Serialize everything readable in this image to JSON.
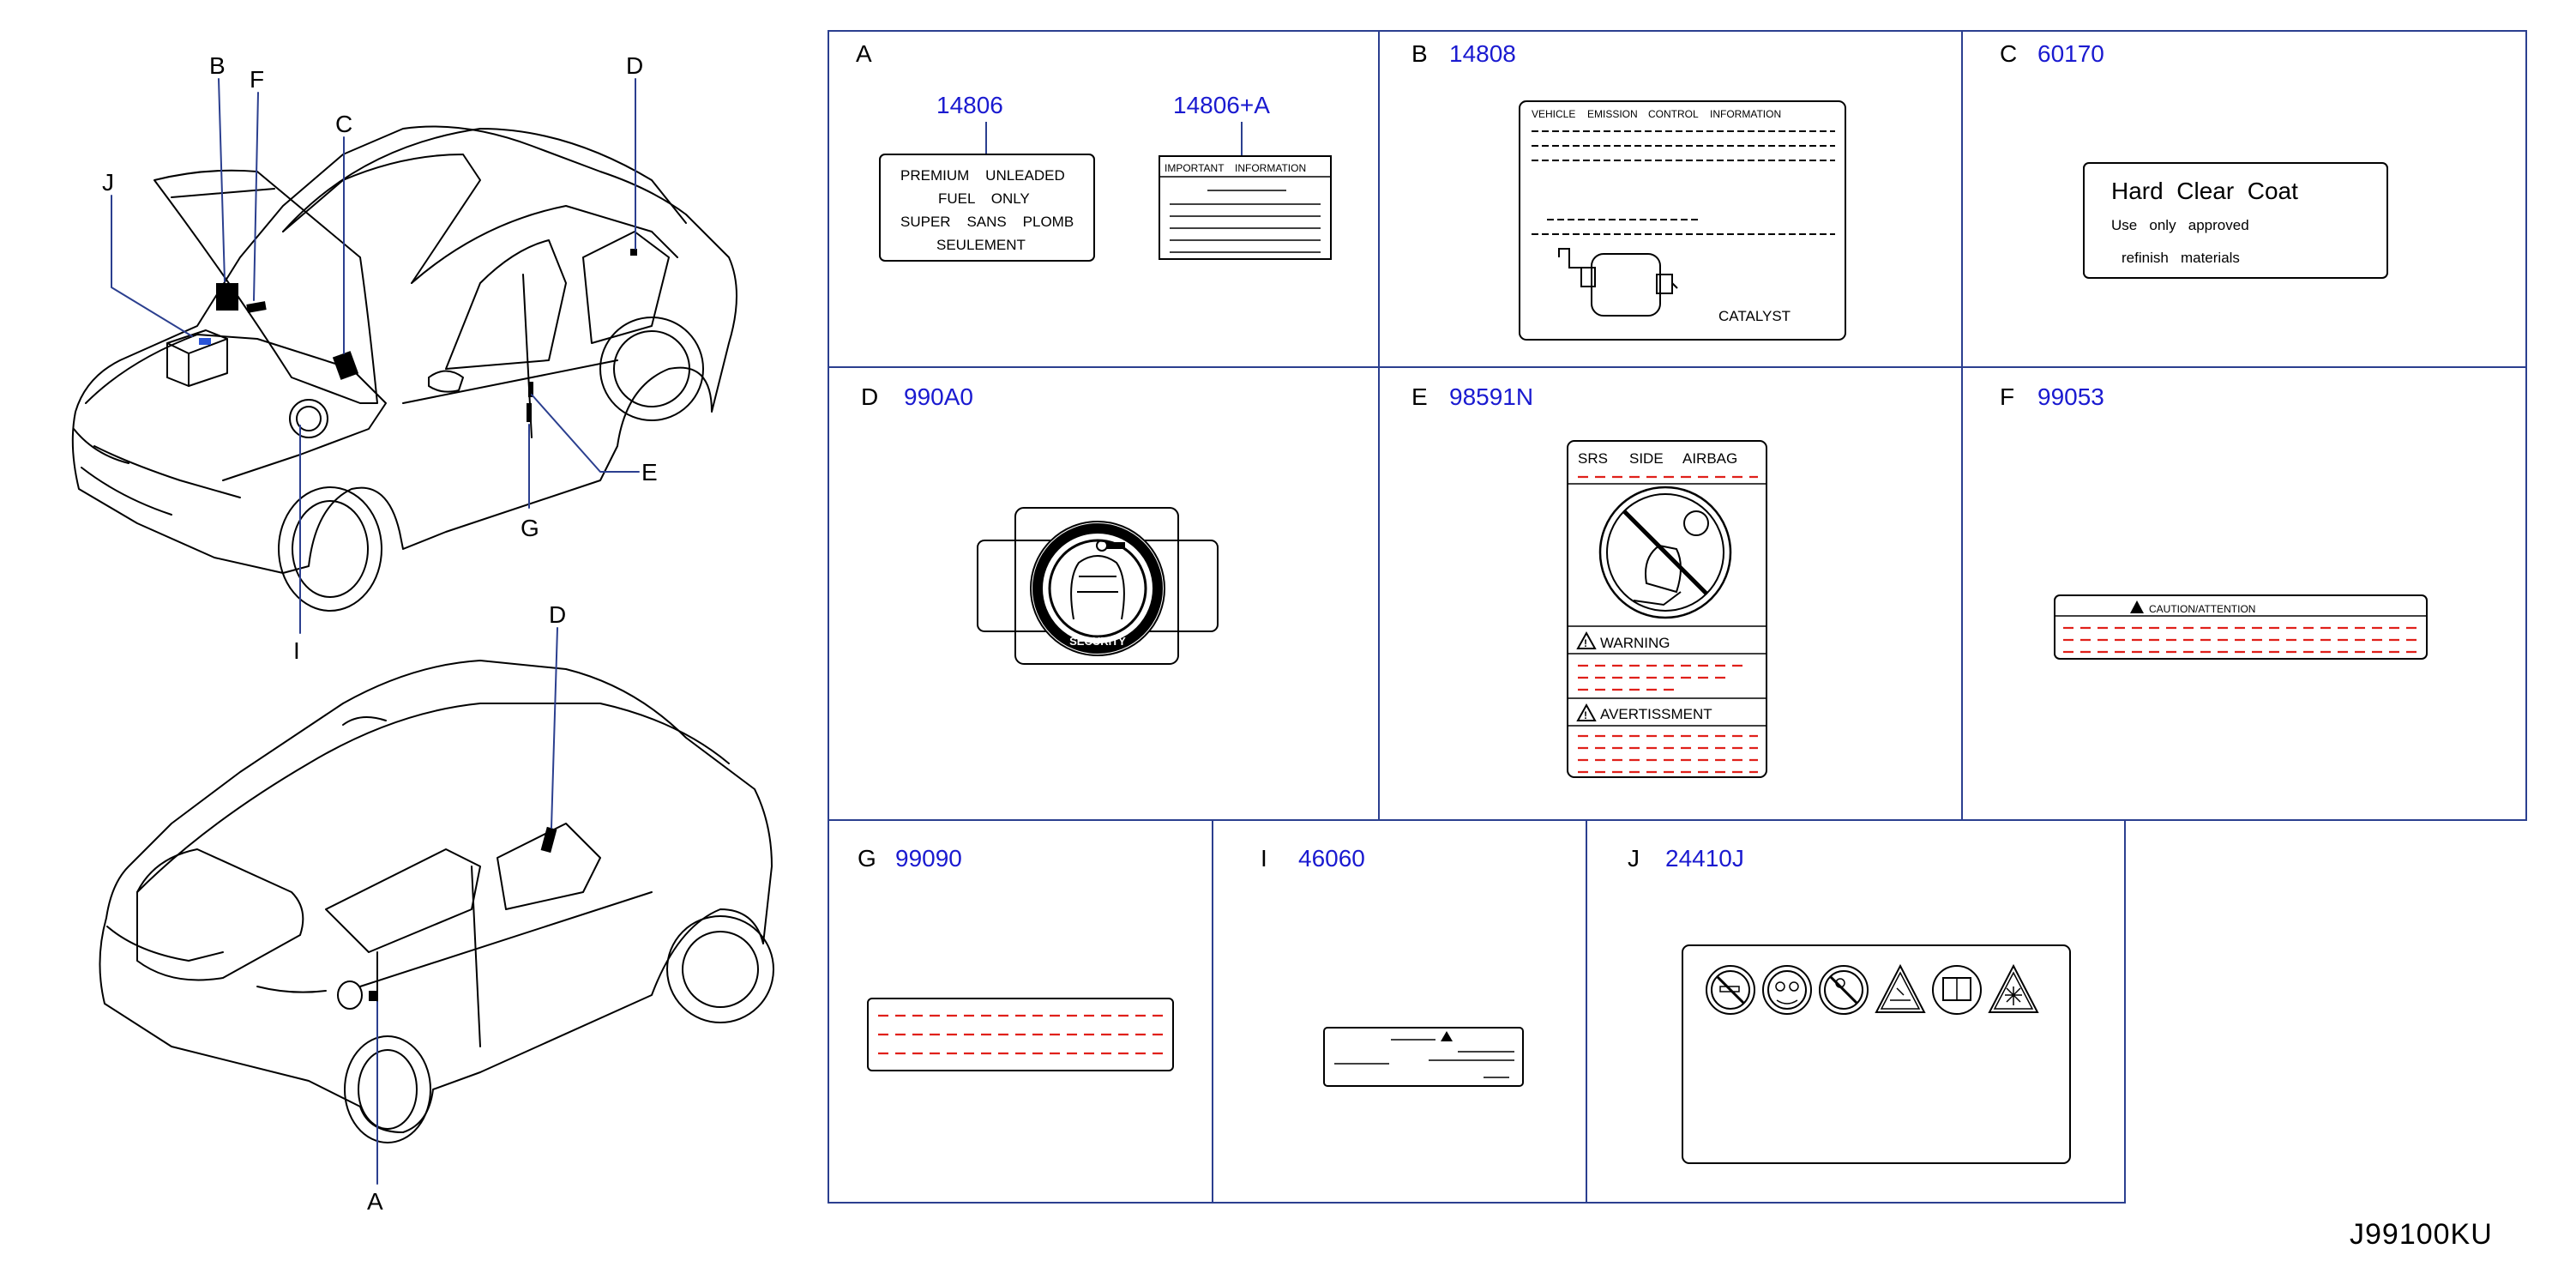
{
  "diagram_code": "J99100KU",
  "callouts": {
    "B": "B",
    "F": "F",
    "C": "C",
    "D1": "D",
    "J": "J",
    "E": "E",
    "G": "G",
    "I": "I",
    "D2": "D",
    "A": "A"
  },
  "panels": {
    "A": {
      "letter": "A",
      "part1": "14806",
      "part2": "14806+A",
      "fuel_lines": [
        "PREMIUM    UNLEADED",
        "FUEL    ONLY",
        "SUPER    SANS    PLOMB",
        "SEULEMENT"
      ],
      "info_header": [
        "IMPORTANT",
        "INFORMATION"
      ]
    },
    "B": {
      "letter": "B",
      "part": "14808",
      "header": [
        "VEHICLE",
        "EMISSION",
        "CONTROL",
        "INFORMATION"
      ],
      "catalyst": "CATALYST"
    },
    "C": {
      "letter": "C",
      "part": "60170",
      "line1": "Hard  Clear  Coat",
      "line2": "Use   only   approved",
      "line3": "refinish   materials"
    },
    "D": {
      "letter": "D",
      "part": "990A0",
      "badge": "SECURITY"
    },
    "E": {
      "letter": "E",
      "part": "98591N",
      "header": [
        "SRS",
        "SIDE",
        "AIRBAG"
      ],
      "warning": "WARNING",
      "avert": "AVERTISSMENT"
    },
    "F": {
      "letter": "F",
      "part": "99053",
      "caution": "CAUTION/ATTENTION"
    },
    "G": {
      "letter": "G",
      "part": "99090"
    },
    "I": {
      "letter": "I",
      "part": "46060"
    },
    "J": {
      "letter": "J",
      "part": "24410J"
    }
  },
  "colors": {
    "partnum": "#1a1ad0",
    "frame": "#2b3f8f",
    "dash": "#e0201a",
    "line": "#000000"
  }
}
